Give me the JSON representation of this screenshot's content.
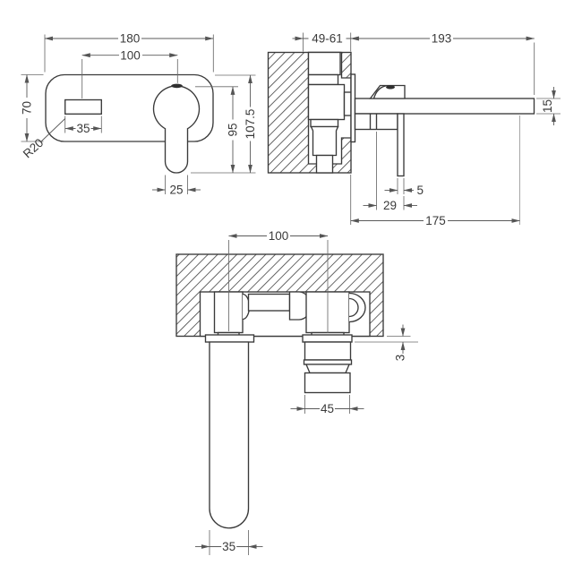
{
  "drawing": {
    "type": "technical-dimension-drawing",
    "subject": "wall-mounted-basin-mixer-tap",
    "units_note": "",
    "colors": {
      "object_line": "#3a3a3a",
      "dim_line": "#5a5a5a",
      "text": "#3a3a3a",
      "background": "#ffffff"
    }
  },
  "dims": {
    "front": {
      "plate_width": "180",
      "hole_centres": "100",
      "plate_height": "70",
      "outlet_width": "35",
      "corner_radius": "R20",
      "handle_height": "95",
      "overall_height": "107.5",
      "handle_width": "25"
    },
    "side": {
      "recess_depth": "49-61",
      "spout_length": "193",
      "spout_height": "15",
      "lever_thickness": "5",
      "lever_offset": "29",
      "spout_reach": "175"
    },
    "plan": {
      "hole_centres": "100",
      "flange_depth": "3",
      "handle_body_width": "45",
      "spout_width": "35"
    }
  }
}
